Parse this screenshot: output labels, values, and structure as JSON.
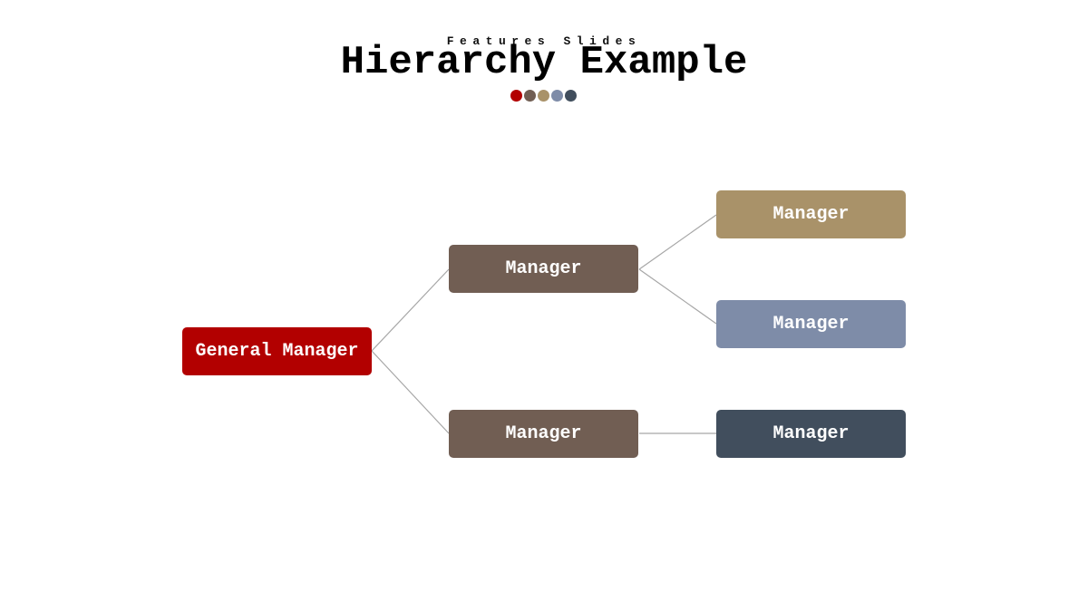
{
  "header": {
    "subtitle": "Features Slides",
    "title": "Hierarchy Example"
  },
  "palette": [
    "#b20000",
    "#715e53",
    "#a99269",
    "#7e8ca8",
    "#414e5d"
  ],
  "hierarchy": {
    "root": {
      "label": "General Manager",
      "color": "#b20000"
    },
    "level1": [
      {
        "label": "Manager",
        "color": "#715e53"
      },
      {
        "label": "Manager",
        "color": "#715e53"
      }
    ],
    "level2": [
      {
        "label": "Manager",
        "color": "#a99269",
        "parent": 0
      },
      {
        "label": "Manager",
        "color": "#7e8ca8",
        "parent": 0
      },
      {
        "label": "Manager",
        "color": "#414e5d",
        "parent": 1
      }
    ]
  },
  "connector_color": "#a6a6a6"
}
